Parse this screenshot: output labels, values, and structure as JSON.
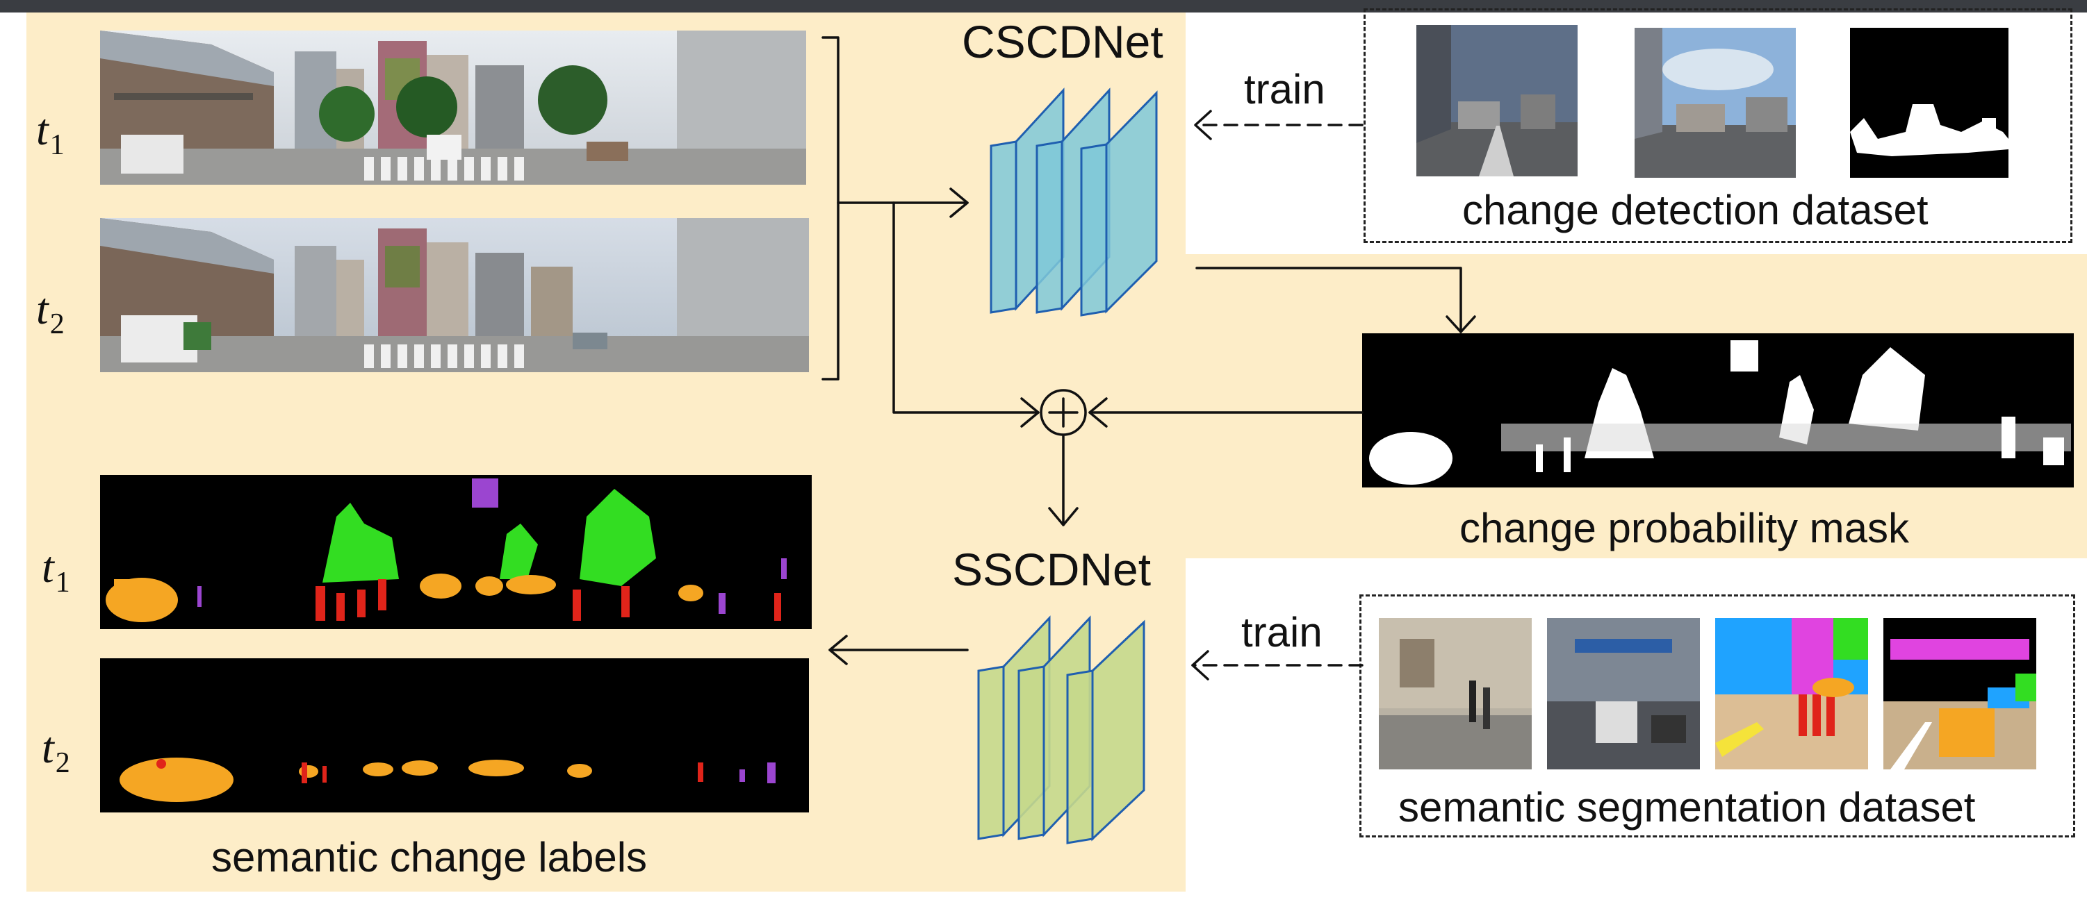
{
  "labels": {
    "cscdnet": "CSCDNet",
    "sscdnet": "SSCDNet",
    "train_top": "train",
    "train_bottom": "train",
    "change_detection_dataset": "change detection dataset",
    "semantic_segmentation_dataset": "semantic segmentation dataset",
    "change_probability_mask": "change probability mask",
    "semantic_change_labels": "semantic change labels",
    "t": "t",
    "sub1": "1",
    "sub2": "2",
    "plus": "+"
  },
  "colors": {
    "background_panel": "#fdedc8",
    "cscdnet_block": "#7fc8d8",
    "sscdnet_block": "#c5d88c",
    "mask_black": "#000000",
    "label_orange": "#f5a623",
    "label_green": "#33dd22",
    "label_red": "#e0241a",
    "label_purple": "#9b45d0"
  }
}
